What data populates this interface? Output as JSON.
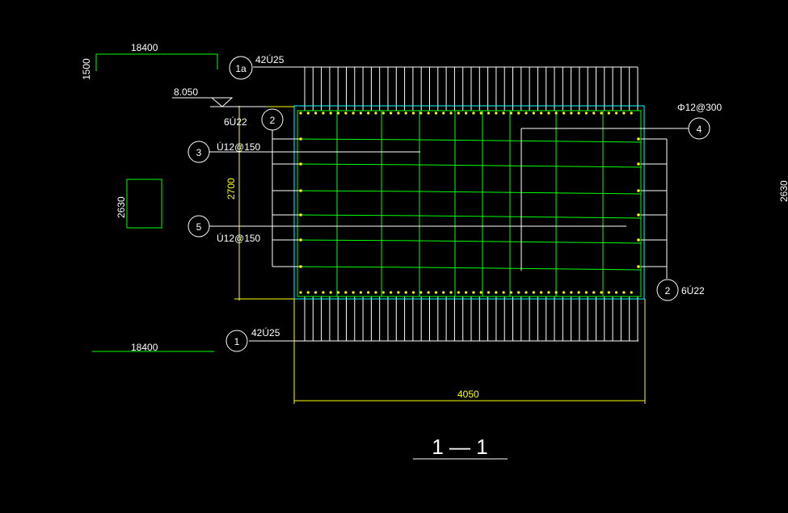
{
  "colors": {
    "background": "#000000",
    "concrete": "#00ffff",
    "rebar": "#00ff00",
    "dimension": "#ffff00",
    "leader": "#ffffff"
  },
  "labels": {
    "top_dim": "18400",
    "left_dim": "1500",
    "elevation": "8.050",
    "mark_1a": "1a",
    "mark_1a_spec": "42Ú25",
    "mark_2_top": "2",
    "mark_2_top_spec": "6Ú22",
    "mark_3": "3",
    "mark_3_spec": "Ú12@150",
    "mark_5": "5",
    "mark_5_spec": "Ú12@150",
    "mark_4": "4",
    "mark_4_spec": "Φ12@300",
    "mark_2_bottom": "2",
    "mark_2_bottom_spec": "6Ú22",
    "mark_1": "1",
    "mark_1_spec": "42Ú25",
    "height_dim": "2700",
    "small_box_dim": "2630",
    "right_dim": "2630",
    "bottom_left_dim": "18400",
    "width_dim": "4050",
    "section_title": "1 — 1"
  }
}
